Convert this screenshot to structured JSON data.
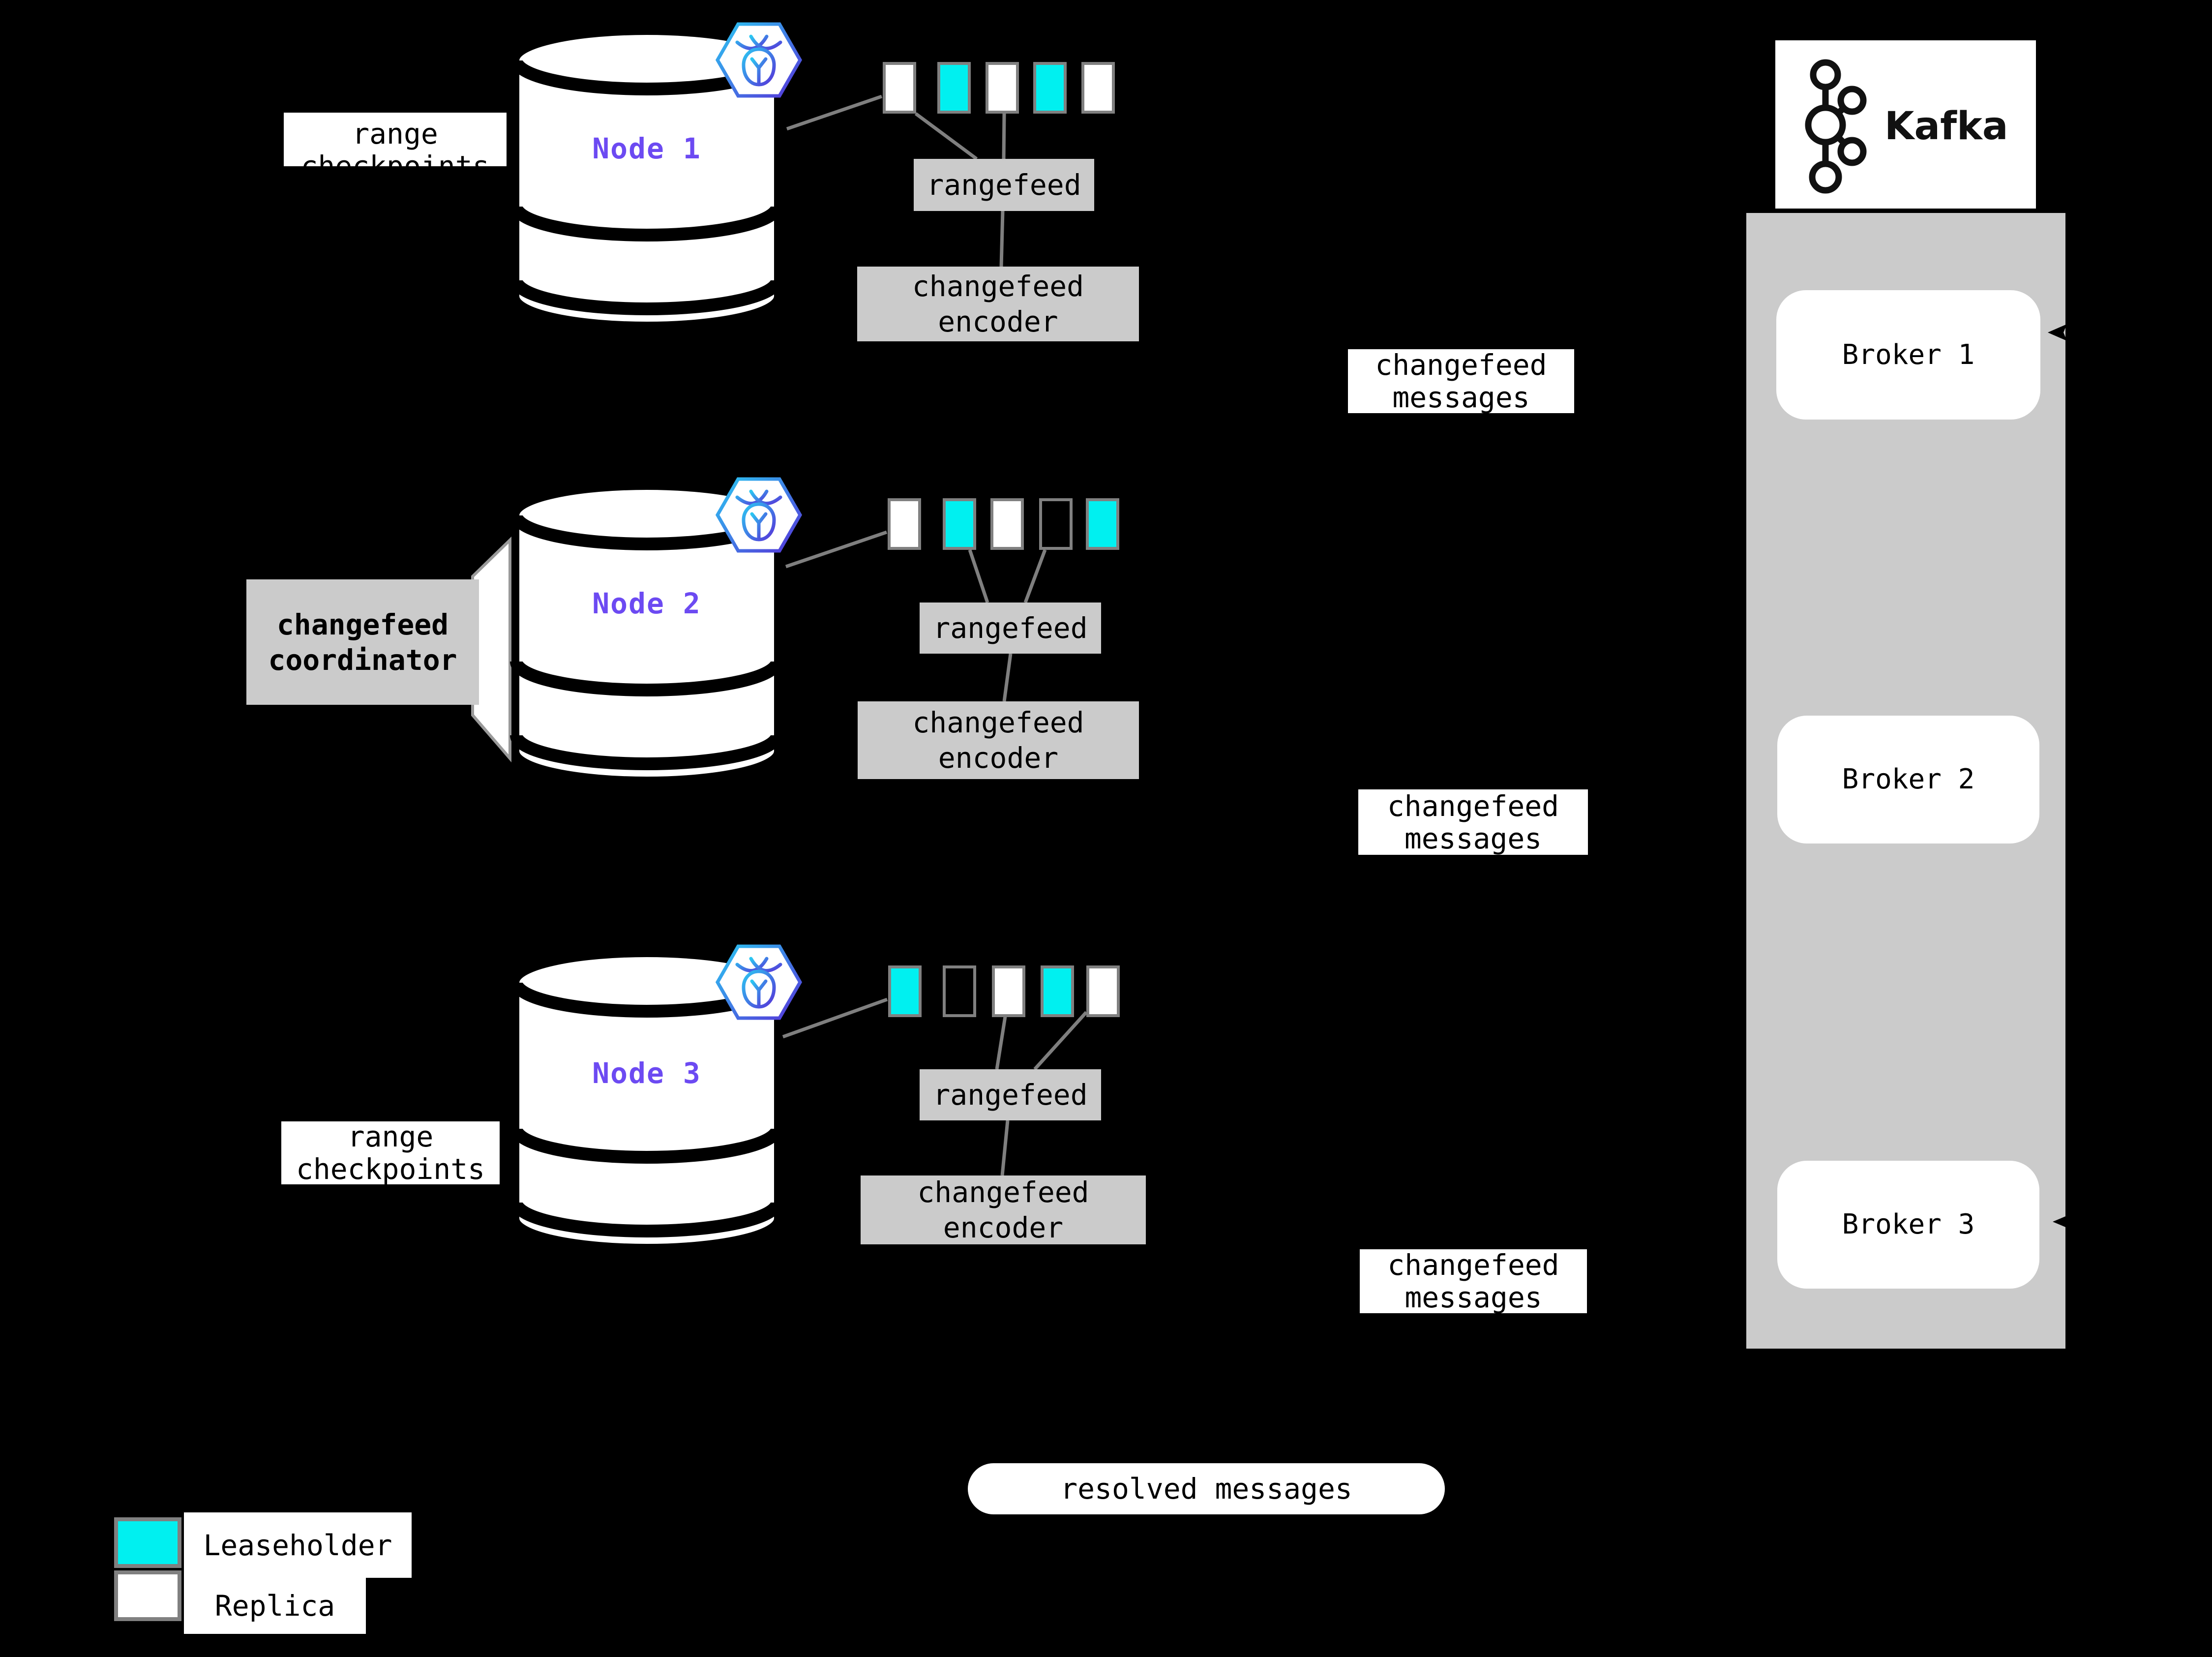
{
  "colors": {
    "bg": "#000000",
    "accent-cyan": "#00F0F0",
    "box-gray": "#CBCBCB",
    "line-gray": "#7F7F7F",
    "border-gray": "#808080",
    "node-purple": "#6C4AF2"
  },
  "nodes": [
    {
      "label": "Node 1",
      "checkpoints_label": "range checkpoints",
      "rangefeed_label": "rangefeed",
      "encoder_label": "changefeed encoder",
      "messages_label": "changefeed messages",
      "ranges": [
        "replica",
        "leaseholder",
        "replica",
        "leaseholder",
        "replica"
      ]
    },
    {
      "label": "Node 2",
      "coordinator_label": "changefeed coordinator",
      "rangefeed_label": "rangefeed",
      "encoder_label": "changefeed encoder",
      "messages_label": "changefeed messages",
      "ranges": [
        "replica",
        "leaseholder",
        "replica",
        "none",
        "leaseholder"
      ]
    },
    {
      "label": "Node 3",
      "checkpoints_label": "range checkpoints",
      "rangefeed_label": "rangefeed",
      "encoder_label": "changefeed encoder",
      "messages_label": "changefeed messages",
      "ranges": [
        "leaseholder",
        "none",
        "replica",
        "leaseholder",
        "replica"
      ]
    }
  ],
  "kafka": {
    "brand": "Kafka",
    "brokers": [
      {
        "label": "Broker 1"
      },
      {
        "label": "Broker 2"
      },
      {
        "label": "Broker 3"
      }
    ]
  },
  "flow": {
    "resolved_label": "resolved messages"
  },
  "legend": {
    "items": [
      {
        "kind": "leaseholder",
        "label": "Leaseholder"
      },
      {
        "kind": "replica",
        "label": "Replica"
      }
    ]
  }
}
